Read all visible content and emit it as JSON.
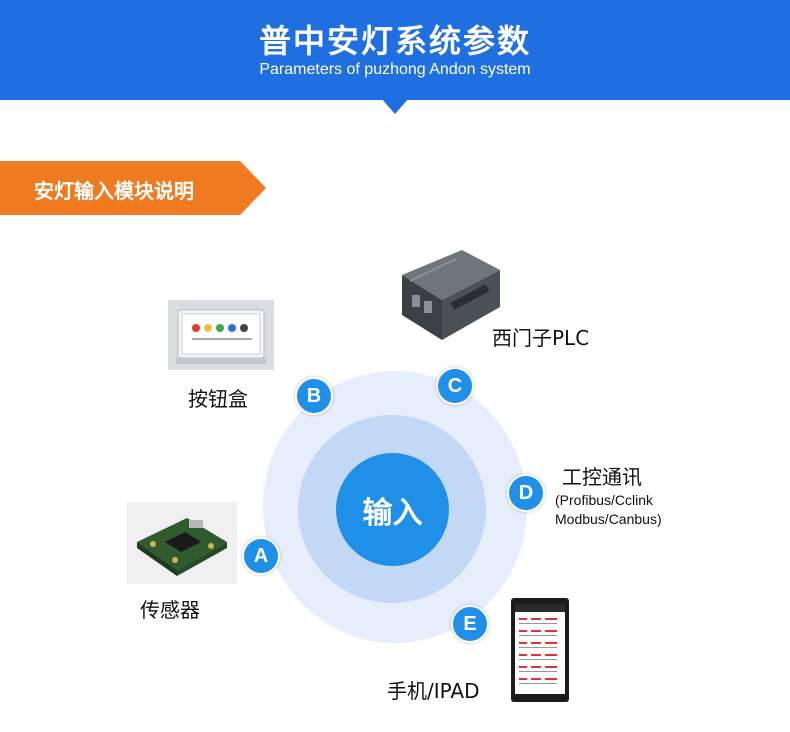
{
  "header": {
    "title": "普中安灯系统参数",
    "subtitle": "Parameters of puzhong Andon system"
  },
  "section": {
    "title": "安灯输入模块说明"
  },
  "diagram": {
    "center_label": "输入",
    "nodes": [
      {
        "badge": "A",
        "label": "传感器",
        "icon": "sensor-board-icon"
      },
      {
        "badge": "B",
        "label": "按钮盒",
        "icon": "button-box-icon"
      },
      {
        "badge": "C",
        "label": "西门子PLC",
        "icon": "plc-module-icon"
      },
      {
        "badge": "D",
        "label": "工控通讯",
        "sub_line1": "(Profibus/Cclink",
        "sub_line2": "Modbus/Canbus)",
        "icon": "none"
      },
      {
        "badge": "E",
        "label": "手机/IPAD",
        "icon": "tablet-icon"
      }
    ]
  },
  "colors": {
    "header_blue": "#1f6fe0",
    "tab_orange": "#f07a1f",
    "badge_blue": "#1f8fe8",
    "ring_light": "#e6eefb",
    "ring_mid": "#c3d8f5"
  }
}
